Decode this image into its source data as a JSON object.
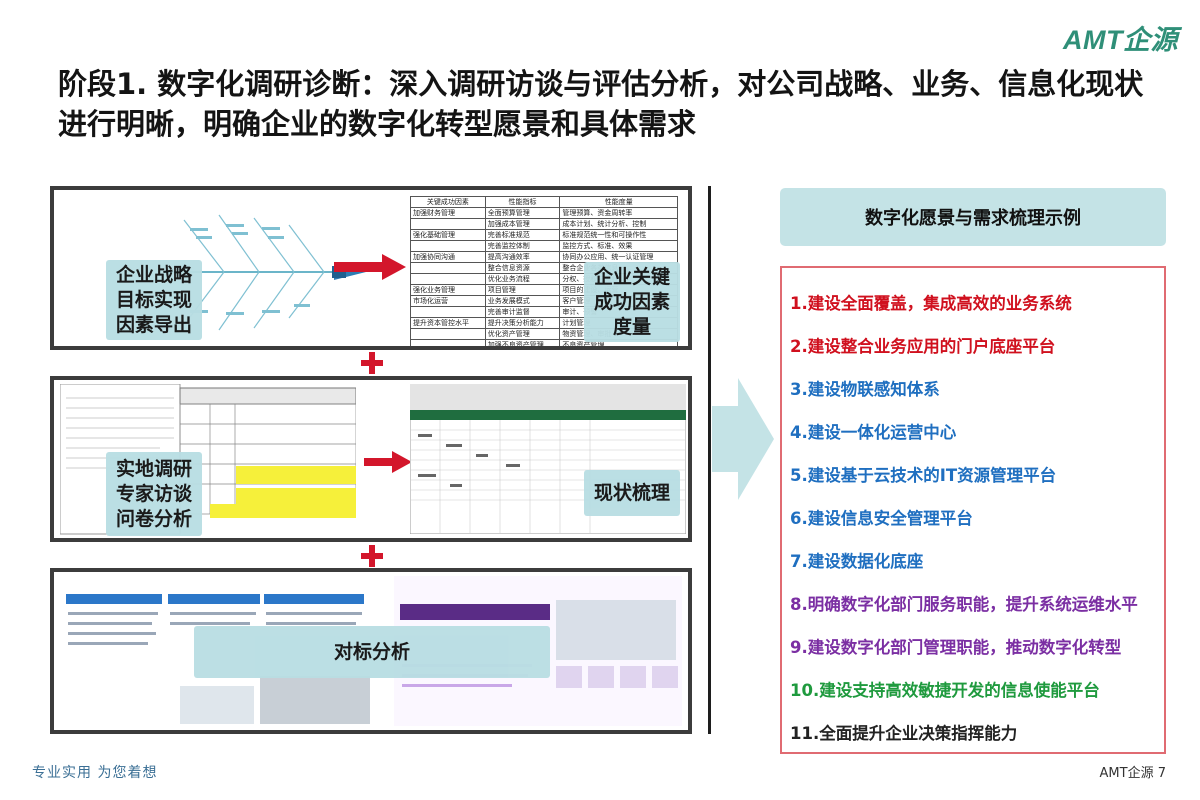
{
  "brand": {
    "logo": "AMT企源"
  },
  "title": "阶段1. 数字化调研诊断：深入调研访谈与评估分析，对公司战略、业务、信息化现状进行明晰，明确企业的数字化转型愿景和具体需求",
  "panels": {
    "p1": {
      "left_label": "企业战略\n目标实现\n因素导出",
      "right_label": "企业关键\n成功因素\n度量",
      "table": {
        "headers": [
          "关键成功因素",
          "性能指标",
          "性能度量"
        ],
        "rows": [
          [
            "加强财务管理",
            "全面预算管理",
            "管理预算、资金周转率"
          ],
          [
            "",
            "加强成本管理",
            "成本计划、统计分析、控制"
          ],
          [
            "强化基础管理",
            "完善标准规范",
            "标准规范统一性和可操作性"
          ],
          [
            "",
            "完善监控体制",
            "监控方式、标准、效果"
          ],
          [
            "加强协同沟通",
            "提高沟通效率",
            "协同办公应用、统一认证管理"
          ],
          [
            "",
            "整合信息资源",
            "整合企业各类信息"
          ],
          [
            "",
            "优化业务流程",
            "分权、授权与流程"
          ],
          [
            "强化业务管理",
            "项目管理",
            "项目的建设、运营"
          ],
          [
            "市场化运营",
            "业务发展模式",
            "客户管理"
          ],
          [
            "",
            "完善审计监督",
            "审计、预警"
          ],
          [
            "提升资本管控水平",
            "提升决策分析能力",
            "计划管理"
          ],
          [
            "",
            "优化资产管理",
            "物资管理、审批"
          ],
          [
            "",
            "加强不良资产管理",
            "不良资产管理"
          ]
        ]
      }
    },
    "p2": {
      "left_label": "实地调研\n专家访谈\n问卷分析",
      "right_label": "现状梳理"
    },
    "p3": {
      "center_label": "对标分析"
    }
  },
  "right": {
    "header": "数字化愿景与需求梳理示例",
    "items": [
      {
        "text": "1.建设全面覆盖，集成高效的业务系统",
        "color": "#d0101e"
      },
      {
        "text": "2.建设整合业务应用的门户底座平台",
        "color": "#d0101e"
      },
      {
        "text": "3.建设物联感知体系",
        "color": "#1f6fc0"
      },
      {
        "text": "4.建设一体化运营中心",
        "color": "#1f6fc0"
      },
      {
        "text": "5.建设基于云技术的IT资源管理平台",
        "color": "#1f6fc0"
      },
      {
        "text": "6.建设信息安全管理平台",
        "color": "#1f6fc0"
      },
      {
        "text": "7.建设数据化底座",
        "color": "#1f6fc0"
      },
      {
        "text": "8.明确数字化部门服务职能，提升系统运维水平",
        "color": "#7b2fa3"
      },
      {
        "text": "9.建设数字化部门管理职能，推动数字化转型",
        "color": "#7b2fa3"
      },
      {
        "text": "10.建设支持高效敏捷开发的信息使能平台",
        "color": "#1f9a3e"
      },
      {
        "text": "11.全面提升企业决策指挥能力",
        "color": "#222222"
      }
    ]
  },
  "footer": {
    "slogan": "专业实用 为您着想",
    "page": "AMT企源 7"
  }
}
